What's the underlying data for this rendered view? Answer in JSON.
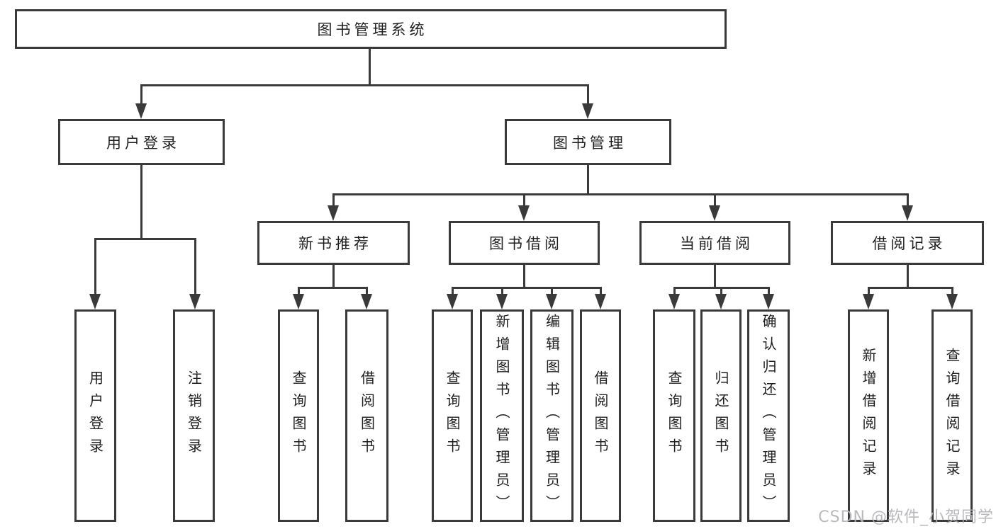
{
  "diagram": {
    "root": {
      "label": "图书管理系统",
      "children": [
        {
          "label": "用户登录",
          "children": [
            {
              "label": "用户登录"
            },
            {
              "label": "注销登录"
            }
          ]
        },
        {
          "label": "图书管理",
          "children": [
            {
              "label": "新书推荐",
              "children": [
                {
                  "label": "查询图书"
                },
                {
                  "label": "借阅图书"
                }
              ]
            },
            {
              "label": "图书借阅",
              "children": [
                {
                  "label": "查询图书"
                },
                {
                  "label": "新增图书（管理员）"
                },
                {
                  "label": "编辑图书（管理员）"
                },
                {
                  "label": "借阅图书"
                }
              ]
            },
            {
              "label": "当前借阅",
              "children": [
                {
                  "label": "查询图书"
                },
                {
                  "label": "归还图书"
                },
                {
                  "label": "确认归还（管理员）"
                }
              ]
            },
            {
              "label": "借阅记录",
              "children": [
                {
                  "label": "新增借阅记录"
                },
                {
                  "label": "查询借阅记录"
                }
              ]
            }
          ]
        }
      ]
    }
  },
  "watermark": {
    "text": "CSDN @软件_小贺同学"
  },
  "colors": {
    "line": "#3a3a3a",
    "text": "#1e1e1e",
    "watermark": "#b4b4b8",
    "background": "#ffffff"
  }
}
